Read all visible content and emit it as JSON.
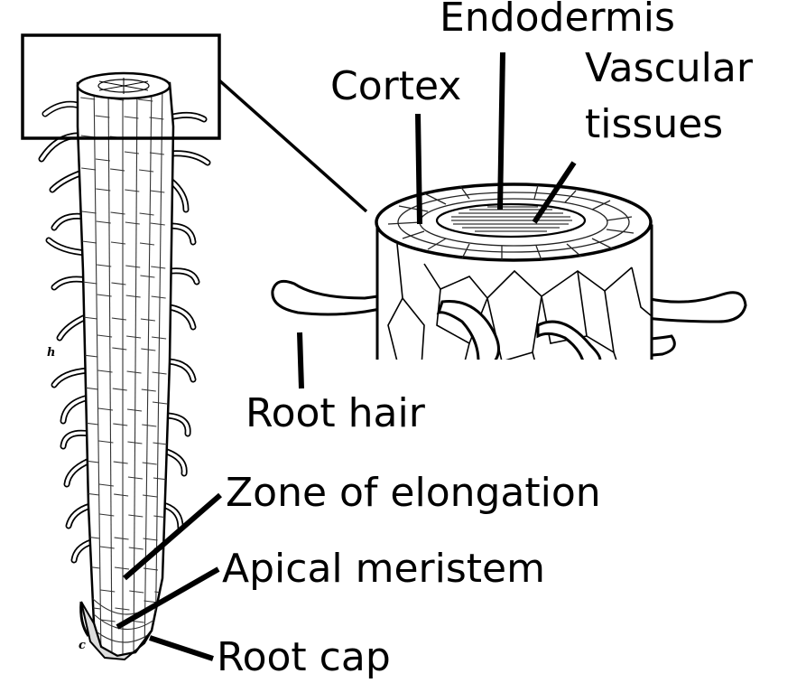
{
  "labels": {
    "endodermis": "Endodermis",
    "cortex": "Cortex",
    "vascular_line1": "Vascular",
    "vascular_line2": "tissues",
    "root_hair": "Root hair",
    "zone_of_elongation": "Zone of elongation",
    "apical_meristem": "Apical meristem",
    "root_cap": "Root cap"
  },
  "letters": {
    "h": "h",
    "c": "c"
  }
}
